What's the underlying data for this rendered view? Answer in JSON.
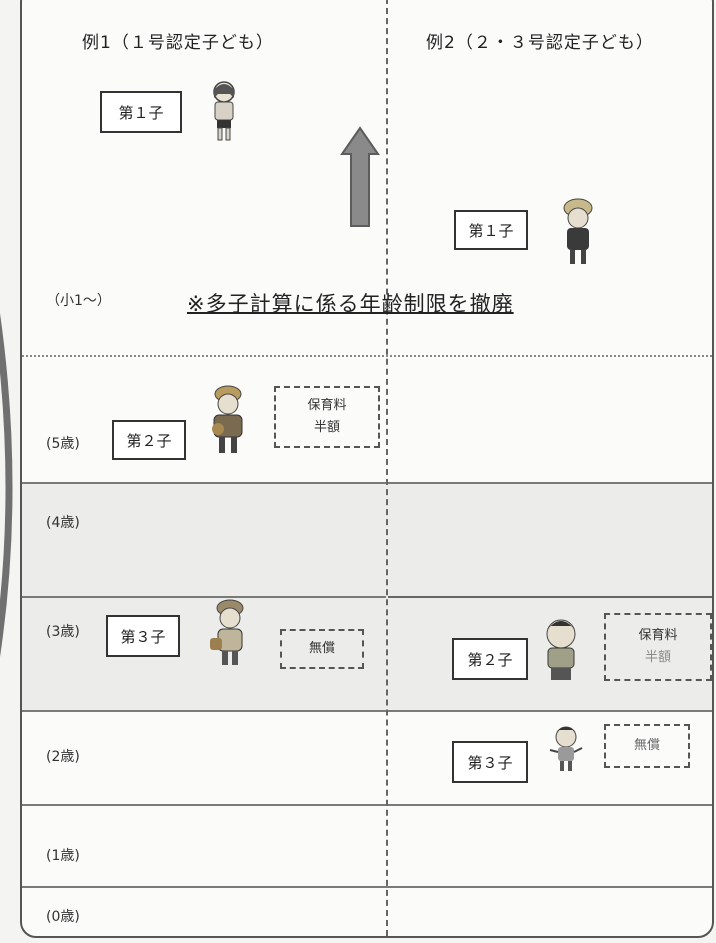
{
  "headers": {
    "left": "例1（１号認定子ども）",
    "right": "例2（２・３号認定子ども）"
  },
  "ages": {
    "elem": "（小1～）",
    "age5": "(5歳)",
    "age4": "(4歳)",
    "age3": "(3歳)",
    "age2": "(2歳)",
    "age1": "(1歳)",
    "age0": "(0歳)"
  },
  "left_col": {
    "child1": "第１子",
    "child2": "第２子",
    "child3": "第３子",
    "fee_half_line1": "保育料",
    "fee_half_line2": "半額",
    "free": "無償"
  },
  "right_col": {
    "child1": "第１子",
    "child2": "第２子",
    "child3": "第３子",
    "fee_half_line1": "保育料",
    "fee_half_line2": "半額",
    "free": "無償"
  },
  "note": "※多子計算に係る年齢制限を撤廃"
}
